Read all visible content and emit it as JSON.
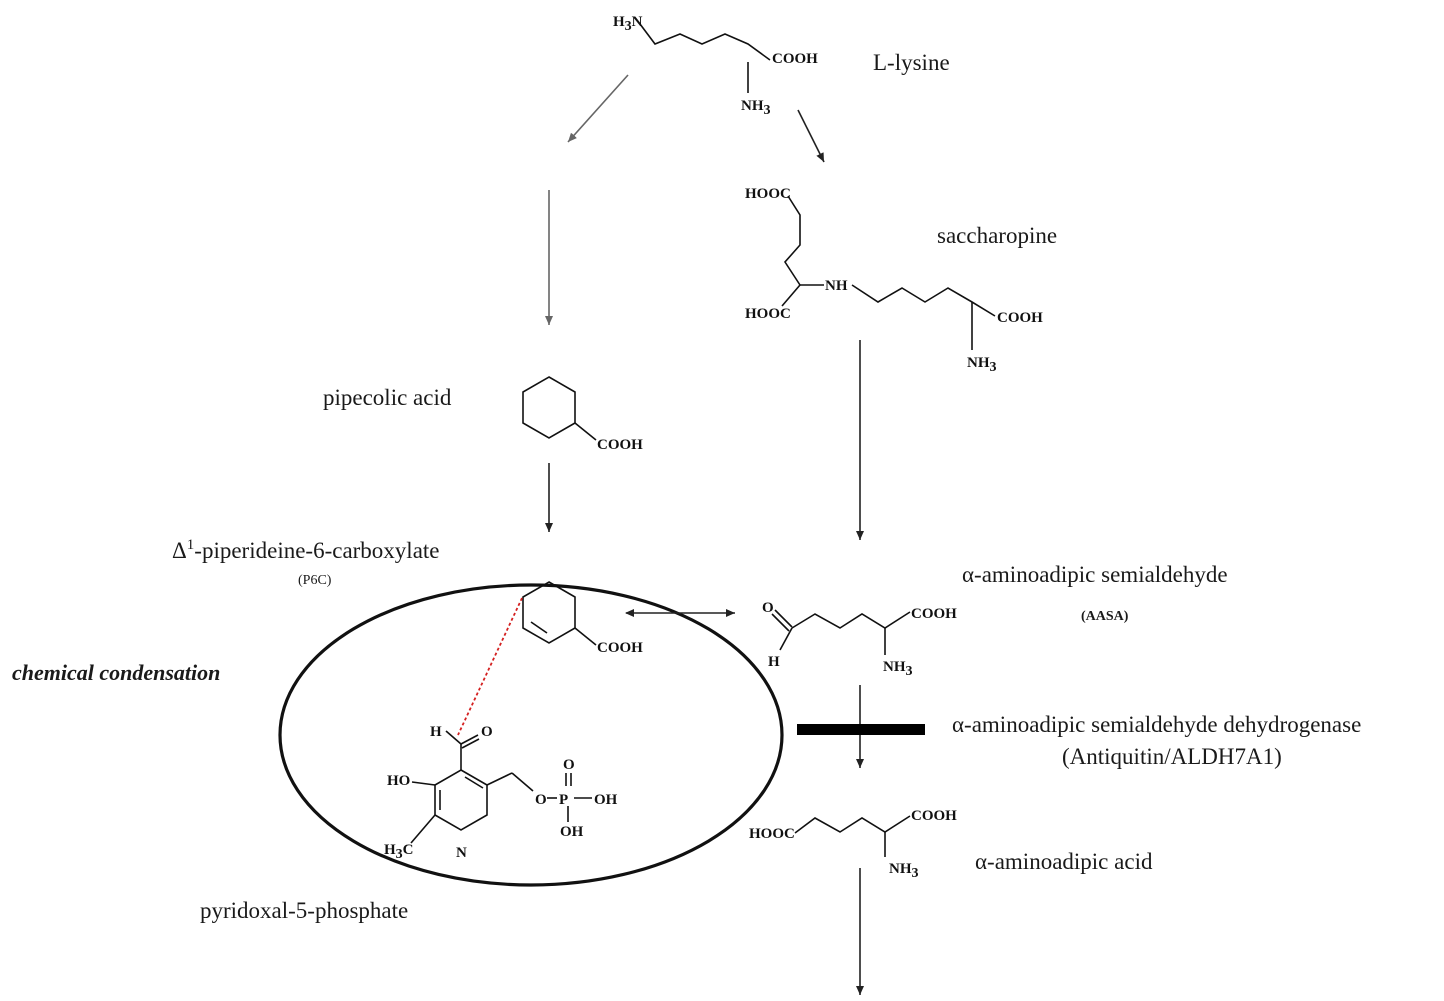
{
  "compounds": {
    "lysine": "L-lysine",
    "saccharopine": "saccharopine",
    "pipecolic": "pipecolic acid",
    "p6c_main": "-piperideine-6-carboxylate",
    "p6c_delta": "Δ",
    "p6c_sup": "1",
    "p6c_abbr": "(P6C)",
    "aasa": "α-aminoadipic semialdehyde",
    "aasa_abbr": "(AASA)",
    "aaa": "α-aminoadipic acid",
    "plp": "pyridoxal-5-phosphate"
  },
  "enzyme": {
    "line1": "α-aminoadipic semialdehyde dehydrogenase",
    "line2": "(Antiquitin/ALDH7A1)"
  },
  "process": {
    "condensation": "chemical condensation"
  },
  "atoms": {
    "h3n": "H",
    "h3n_sub": "3",
    "h3n_n": "N",
    "cooh": "COOH",
    "hooc": "HOOC",
    "nh": "NH",
    "nh3": "NH",
    "nh3_sub": "3",
    "o": "O",
    "h": "H",
    "ho": "HO",
    "p": "P",
    "oh": "OH",
    "n": "N",
    "ch3_h": "H",
    "ch3_sub": "3",
    "ch3_c": "C"
  },
  "colors": {
    "condensation_line": "#d42020",
    "block_bar": "#000000"
  }
}
